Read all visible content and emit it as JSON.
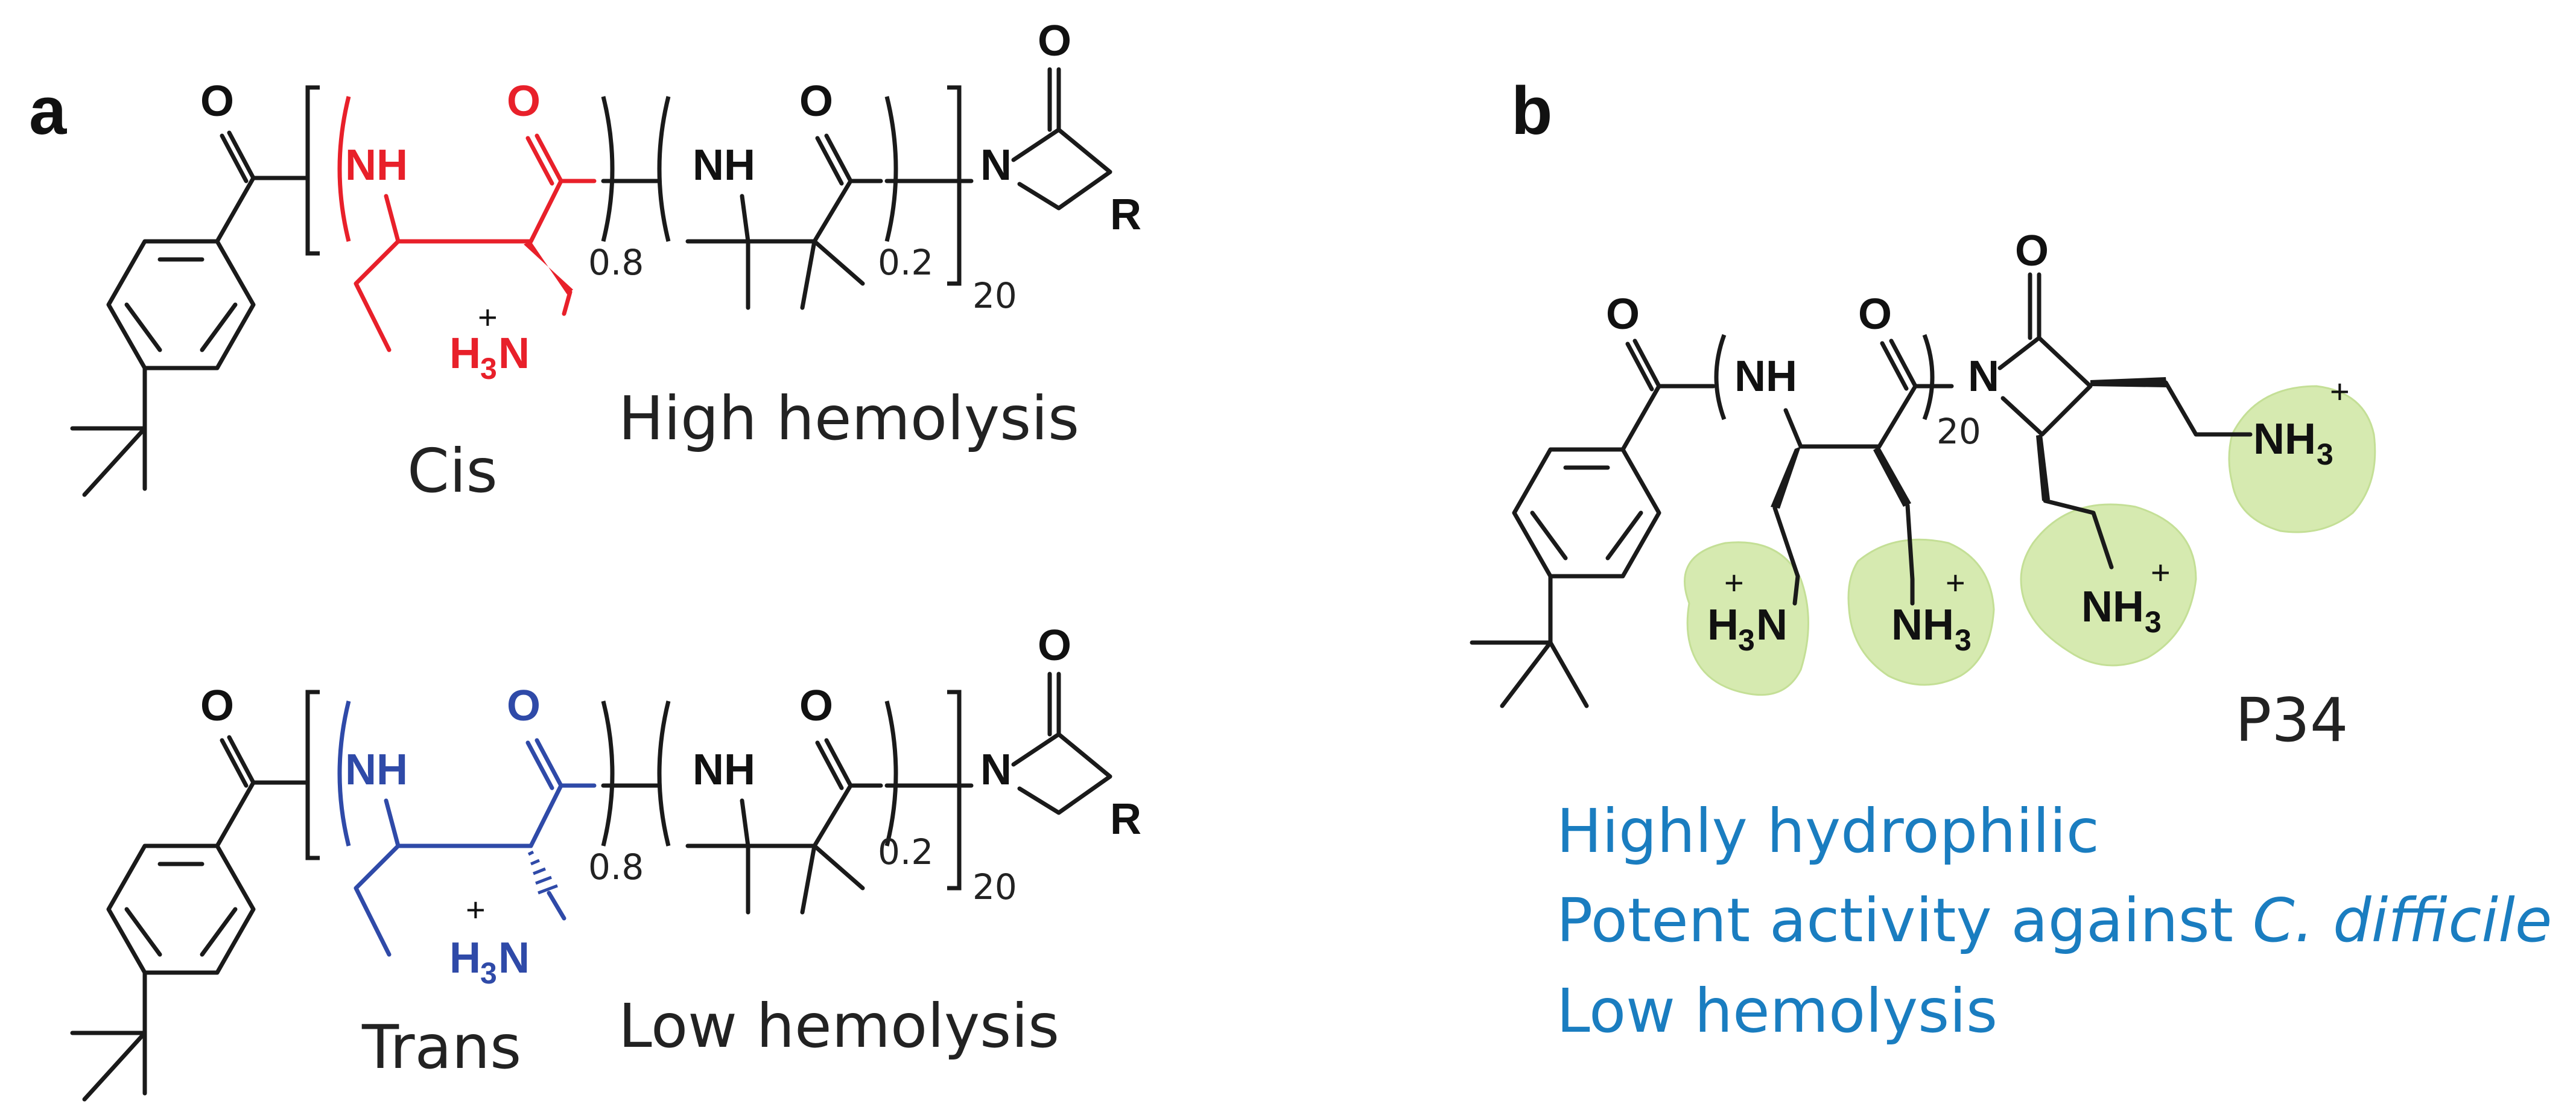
{
  "panels": {
    "a": "a",
    "b": "b"
  },
  "atoms": {
    "O": "O",
    "NH": "NH",
    "N": "N",
    "R": "R",
    "H": "H",
    "three": "3",
    "plus": "+"
  },
  "subscripts": {
    "x1": "0.8",
    "x2": "0.2",
    "n_a": "20",
    "n_b": "20"
  },
  "labels": {
    "cis": "Cis",
    "trans": "Trans",
    "high": "High hemolysis",
    "low": "Low hemolysis",
    "p34": "P34"
  },
  "notes": {
    "line1": "Highly hydrophilic",
    "line2_plain": "Potent activity against ",
    "line2_italic": "C. difficile",
    "line3": "Low hemolysis"
  },
  "colors": {
    "cis_highlight": "#e8202a",
    "trans_highlight": "#2f4aa8",
    "note_text": "#1a7dc0",
    "cation_blob": "#d6eab0"
  }
}
